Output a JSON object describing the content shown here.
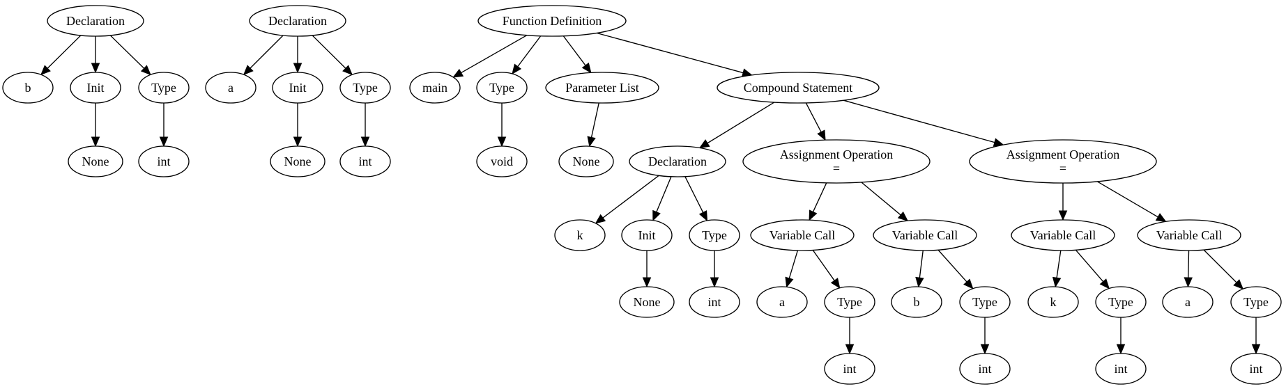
{
  "nodes": [
    {
      "id": "decl1",
      "lines": [
        "Declaration"
      ]
    },
    {
      "id": "b1",
      "lines": [
        "b"
      ]
    },
    {
      "id": "init1",
      "lines": [
        "Init"
      ]
    },
    {
      "id": "type1",
      "lines": [
        "Type"
      ]
    },
    {
      "id": "none1",
      "lines": [
        "None"
      ]
    },
    {
      "id": "int1",
      "lines": [
        "int"
      ]
    },
    {
      "id": "decl2",
      "lines": [
        "Declaration"
      ]
    },
    {
      "id": "a2",
      "lines": [
        "a"
      ]
    },
    {
      "id": "init2",
      "lines": [
        "Init"
      ]
    },
    {
      "id": "type2",
      "lines": [
        "Type"
      ]
    },
    {
      "id": "none2",
      "lines": [
        "None"
      ]
    },
    {
      "id": "int2",
      "lines": [
        "int"
      ]
    },
    {
      "id": "fdef",
      "lines": [
        "Function Definition"
      ]
    },
    {
      "id": "main",
      "lines": [
        "main"
      ]
    },
    {
      "id": "ftype",
      "lines": [
        "Type"
      ]
    },
    {
      "id": "void",
      "lines": [
        "void"
      ]
    },
    {
      "id": "params",
      "lines": [
        "Parameter List"
      ]
    },
    {
      "id": "pnone",
      "lines": [
        "None"
      ]
    },
    {
      "id": "cstmt",
      "lines": [
        "Compound Statement"
      ]
    },
    {
      "id": "decl3",
      "lines": [
        "Declaration"
      ]
    },
    {
      "id": "k3",
      "lines": [
        "k"
      ]
    },
    {
      "id": "init3",
      "lines": [
        "Init"
      ]
    },
    {
      "id": "type3",
      "lines": [
        "Type"
      ]
    },
    {
      "id": "none3",
      "lines": [
        "None"
      ]
    },
    {
      "id": "int3",
      "lines": [
        "int"
      ]
    },
    {
      "id": "asg1",
      "lines": [
        "Assignment Operation",
        "="
      ]
    },
    {
      "id": "vc1",
      "lines": [
        "Variable Call"
      ]
    },
    {
      "id": "vc1a",
      "lines": [
        "a"
      ]
    },
    {
      "id": "vc1t",
      "lines": [
        "Type"
      ]
    },
    {
      "id": "vc1i",
      "lines": [
        "int"
      ]
    },
    {
      "id": "vc2",
      "lines": [
        "Variable Call"
      ]
    },
    {
      "id": "vc2b",
      "lines": [
        "b"
      ]
    },
    {
      "id": "vc2t",
      "lines": [
        "Type"
      ]
    },
    {
      "id": "vc2i",
      "lines": [
        "int"
      ]
    },
    {
      "id": "asg2",
      "lines": [
        "Assignment Operation",
        "="
      ]
    },
    {
      "id": "vc3",
      "lines": [
        "Variable Call"
      ]
    },
    {
      "id": "vc3k",
      "lines": [
        "k"
      ]
    },
    {
      "id": "vc3t",
      "lines": [
        "Type"
      ]
    },
    {
      "id": "vc3i",
      "lines": [
        "int"
      ]
    },
    {
      "id": "vc4",
      "lines": [
        "Variable Call"
      ]
    },
    {
      "id": "vc4a",
      "lines": [
        "a"
      ]
    },
    {
      "id": "vc4t",
      "lines": [
        "Type"
      ]
    },
    {
      "id": "vc4i",
      "lines": [
        "int"
      ]
    }
  ],
  "edges": [
    [
      "decl1",
      "b1"
    ],
    [
      "decl1",
      "init1"
    ],
    [
      "decl1",
      "type1"
    ],
    [
      "init1",
      "none1"
    ],
    [
      "type1",
      "int1"
    ],
    [
      "decl2",
      "a2"
    ],
    [
      "decl2",
      "init2"
    ],
    [
      "decl2",
      "type2"
    ],
    [
      "init2",
      "none2"
    ],
    [
      "type2",
      "int2"
    ],
    [
      "fdef",
      "main"
    ],
    [
      "fdef",
      "ftype"
    ],
    [
      "fdef",
      "params"
    ],
    [
      "fdef",
      "cstmt"
    ],
    [
      "ftype",
      "void"
    ],
    [
      "params",
      "pnone"
    ],
    [
      "cstmt",
      "decl3"
    ],
    [
      "cstmt",
      "asg1"
    ],
    [
      "cstmt",
      "asg2"
    ],
    [
      "decl3",
      "k3"
    ],
    [
      "decl3",
      "init3"
    ],
    [
      "decl3",
      "type3"
    ],
    [
      "init3",
      "none3"
    ],
    [
      "type3",
      "int3"
    ],
    [
      "asg1",
      "vc1"
    ],
    [
      "asg1",
      "vc2"
    ],
    [
      "vc1",
      "vc1a"
    ],
    [
      "vc1",
      "vc1t"
    ],
    [
      "vc1t",
      "vc1i"
    ],
    [
      "vc2",
      "vc2b"
    ],
    [
      "vc2",
      "vc2t"
    ],
    [
      "vc2t",
      "vc2i"
    ],
    [
      "asg2",
      "vc3"
    ],
    [
      "asg2",
      "vc4"
    ],
    [
      "vc3",
      "vc3k"
    ],
    [
      "vc3",
      "vc3t"
    ],
    [
      "vc3t",
      "vc3i"
    ],
    [
      "vc4",
      "vc4a"
    ],
    [
      "vc4",
      "vc4t"
    ],
    [
      "vc4t",
      "vc4i"
    ]
  ]
}
